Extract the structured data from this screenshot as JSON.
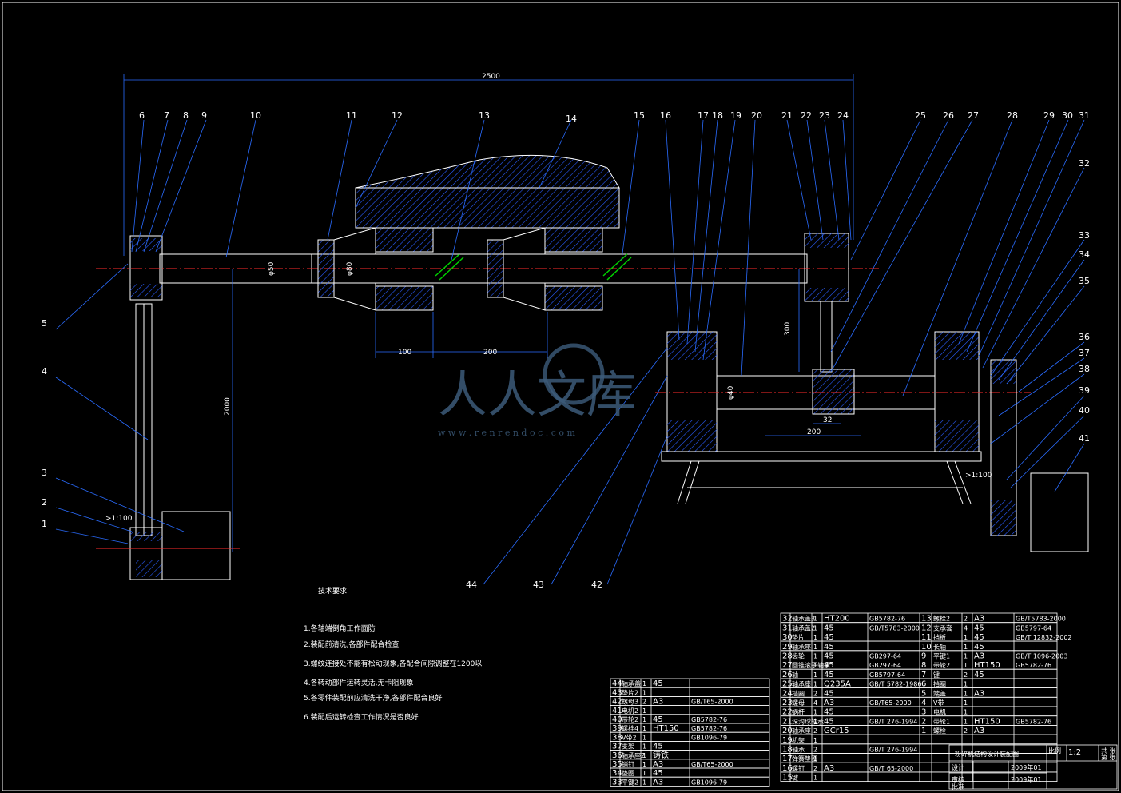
{
  "dimensions": {
    "overall_length": "2500",
    "height": "2000",
    "shaft_dia_1": "φ50",
    "shaft_dia_2": "φ80",
    "shaft_dia_3": "φ40",
    "center_height": "300",
    "span_1": "100",
    "span_2": "200",
    "span_3": "200",
    "width_32": "32",
    "slope_1": ">1:100",
    "slope_2": ">1:100"
  },
  "balloons": {
    "top": [
      "6",
      "7",
      "8",
      "9",
      "10",
      "11",
      "12",
      "13",
      "14",
      "15",
      "16",
      "17",
      "18",
      "19",
      "20",
      "21",
      "22",
      "23",
      "24",
      "25",
      "26",
      "27",
      "28",
      "29",
      "30",
      "31"
    ],
    "right": [
      "32",
      "33",
      "34",
      "35",
      "36",
      "37",
      "38",
      "39",
      "40",
      "41"
    ],
    "left": [
      "5",
      "4",
      "3",
      "2",
      "1"
    ],
    "bottom": [
      "44",
      "43",
      "42"
    ]
  },
  "tech_req": {
    "title": "技术要求",
    "items": [
      "1.各轴端倒角工作面防",
      "2.装配前清洗,各部件配合检查",
      "3.螺纹连接处不能有松动现象,各配合间隙调整在1200以",
      "4.各转动部件运转灵活,无卡阻现象",
      "5.各零件装配前应清洗干净,各部件配合良好",
      "6.装配后运转检查工作情况是否良好"
    ]
  },
  "bom_right": [
    [
      "32",
      "轴承盖3",
      "1",
      "HT200",
      "GB5782-76",
      "13",
      "螺栓2",
      "2",
      "A3",
      "GB/T5783-2000"
    ],
    [
      "31",
      "轴承盖2",
      "1",
      "45",
      "GB/T5783-2000",
      "12",
      "支承套",
      "4",
      "45",
      "GB5797-64"
    ],
    [
      "30",
      "垫片",
      "1",
      "45",
      "",
      "11",
      "挡板",
      "1",
      "45",
      "GB/T 12832-2002"
    ],
    [
      "29",
      "轴承座",
      "1",
      "45",
      "",
      "10",
      "长轴",
      "1",
      "45",
      ""
    ],
    [
      "28",
      "齿轮",
      "1",
      "45",
      "GB297-64",
      "9",
      "平键1",
      "1",
      "A3",
      "GB/T 1096-2003"
    ],
    [
      "27",
      "圆锥滚子轴承",
      "1",
      "45",
      "GB297-64",
      "8",
      "带轮2",
      "1",
      "HT150",
      "GB5782-76"
    ],
    [
      "26",
      "轴",
      "1",
      "45",
      "GB5797-64",
      "7",
      "键",
      "2",
      "45",
      ""
    ],
    [
      "25",
      "轴承座",
      "1",
      "Q235A",
      "GB/T 5782-1986",
      "6",
      "挡圈",
      "1",
      "",
      ""
    ],
    [
      "24",
      "挡圈",
      "2",
      "45",
      "",
      "5",
      "端盖",
      "1",
      "A3",
      ""
    ],
    [
      "23",
      "螺母",
      "4",
      "A3",
      "GB/T65-2000",
      "4",
      "V带",
      "1",
      "",
      ""
    ],
    [
      "22",
      "蜗杆",
      "1",
      "45",
      "",
      "3",
      "电机",
      "1",
      "",
      ""
    ],
    [
      "21",
      "深沟球轴承",
      "1",
      "45",
      "GB/T 276-1994",
      "2",
      "带轮1",
      "1",
      "HT150",
      "GB5782-76"
    ],
    [
      "20",
      "轴承座",
      "2",
      "GCr15",
      "",
      "1",
      "螺栓",
      "2",
      "A3",
      ""
    ],
    [
      "19",
      "机架",
      "1",
      "",
      "",
      "",
      "",
      "",
      "",
      ""
    ],
    [
      "18",
      "轴承",
      "2",
      "",
      "GB/T 276-1994",
      "",
      "",
      "",
      "",
      ""
    ],
    [
      "17",
      "弹簧垫圈",
      "1",
      "",
      "",
      "",
      "",
      "",
      "",
      ""
    ],
    [
      "16",
      "螺钉",
      "2",
      "A3",
      "GB/T 65-2000",
      "",
      "",
      "",
      "",
      ""
    ],
    [
      "15",
      "键",
      "1",
      "",
      "",
      "",
      "",
      "",
      "",
      ""
    ]
  ],
  "bom_left": [
    [
      "44",
      "轴承盖",
      "1",
      "45",
      ""
    ],
    [
      "43",
      "垫片2",
      "1",
      "",
      ""
    ],
    [
      "42",
      "螺母3",
      "2",
      "A3",
      "GB/T65-2000"
    ],
    [
      "41",
      "电机2",
      "1",
      "",
      ""
    ],
    [
      "40",
      "带轮2",
      "1",
      "45",
      "GB5782-76"
    ],
    [
      "39",
      "螺栓4",
      "1",
      "HT150",
      "GB5782-76"
    ],
    [
      "38",
      "V带2",
      "1",
      "",
      "GB1096-79"
    ],
    [
      "37",
      "支架",
      "1",
      "45",
      ""
    ],
    [
      "36",
      "轴承座2",
      "1",
      "铸铁",
      ""
    ],
    [
      "35",
      "销钉",
      "1",
      "A3",
      "GB/T65-2000"
    ],
    [
      "34",
      "垫圈",
      "1",
      "45",
      ""
    ],
    [
      "33",
      "平键2",
      "1",
      "A3",
      "GB1096-79"
    ]
  ],
  "title_block": {
    "drawing_name": "粉碎机结构设计装配图",
    "scale_label": "比例",
    "scale": "1:2",
    "sheet_label": "共 张",
    "sheet_label2": "第 张",
    "date1": "2009年01",
    "date2": "2009年01",
    "design_label": "设计",
    "check_label": "审核",
    "approve_label": "批准"
  },
  "watermark": {
    "text": "人人文库",
    "url": "w w w . r e n r e n d o c . c o m"
  },
  "colors": {
    "background": "#000000",
    "line": "#ffffff",
    "section": "#1e4fff",
    "center": "#ff2b2b",
    "leader": "#2a6cff",
    "green": "#00d000"
  }
}
